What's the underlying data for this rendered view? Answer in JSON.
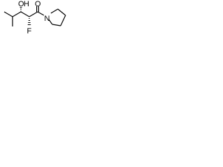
{
  "structure": {
    "atom_labels": {
      "hydroxyl_oxygen": "O",
      "hydroxyl_hydrogen": "H",
      "carbonyl_oxygen": "O",
      "fluorine": "F",
      "nitrogen": "N"
    },
    "bond_color": "#000000",
    "label_color": "#000000",
    "background": "#ffffff"
  }
}
